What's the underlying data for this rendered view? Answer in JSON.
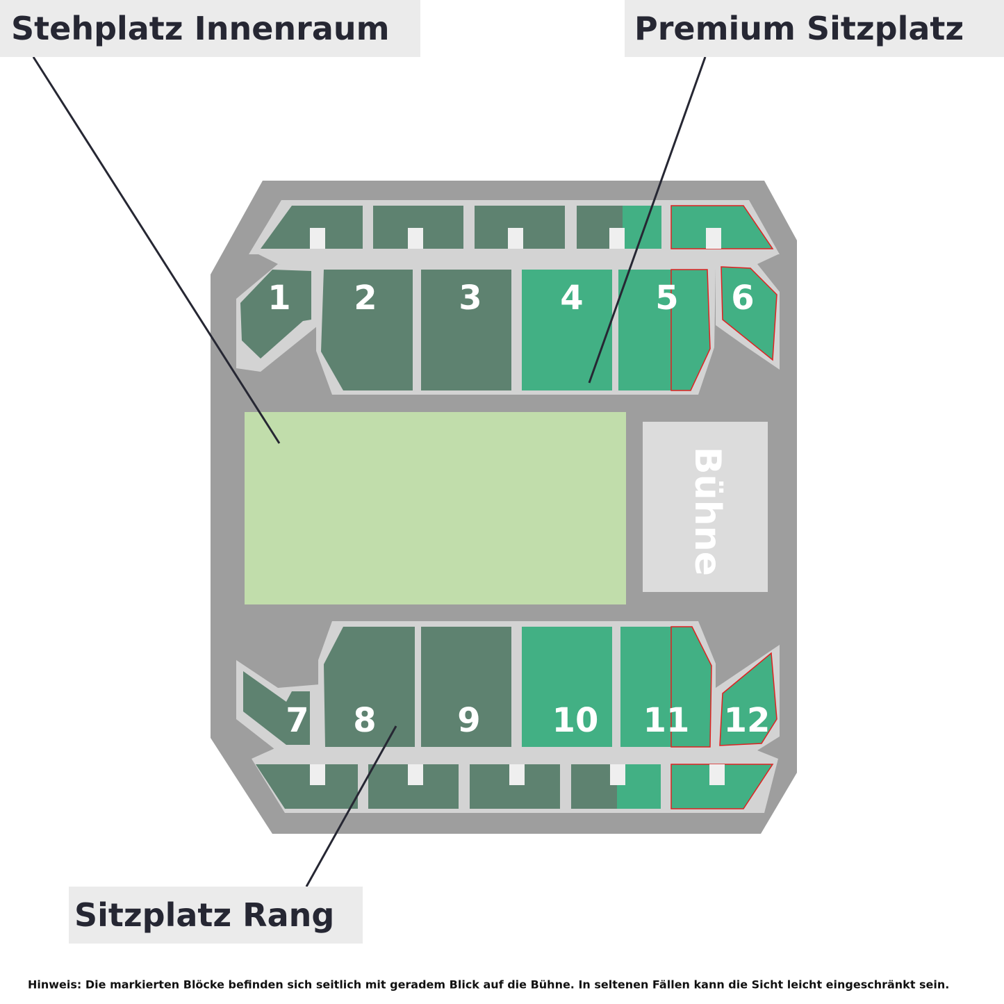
{
  "legend": {
    "standing": "Stehplatz Innenraum",
    "premium": "Premium Sitzplatz",
    "rang": "Sitzplatz Rang"
  },
  "stage": {
    "label": "Bühne"
  },
  "blocks": {
    "b1": "1",
    "b2": "2",
    "b3": "3",
    "b4": "4",
    "b5": "5",
    "b6": "6",
    "b7": "7",
    "b8": "8",
    "b9": "9",
    "b10": "10",
    "b11": "11",
    "b12": "12"
  },
  "note": "Hinweis: Die markierten Blöcke befinden sich seitlich mit geradem Blick auf die Bühne. In seltenen Fällen kann die Sicht leicht eingeschränkt sein.",
  "colors": {
    "rang": "#5e8270",
    "premium": "#42b084",
    "standing": "#c1ddab",
    "stage": "#dcdcdc",
    "venue": "#9e9e9e",
    "walkway": "#d3d3d3",
    "leader": "#262733",
    "limited_view_outline": "#e02020"
  }
}
